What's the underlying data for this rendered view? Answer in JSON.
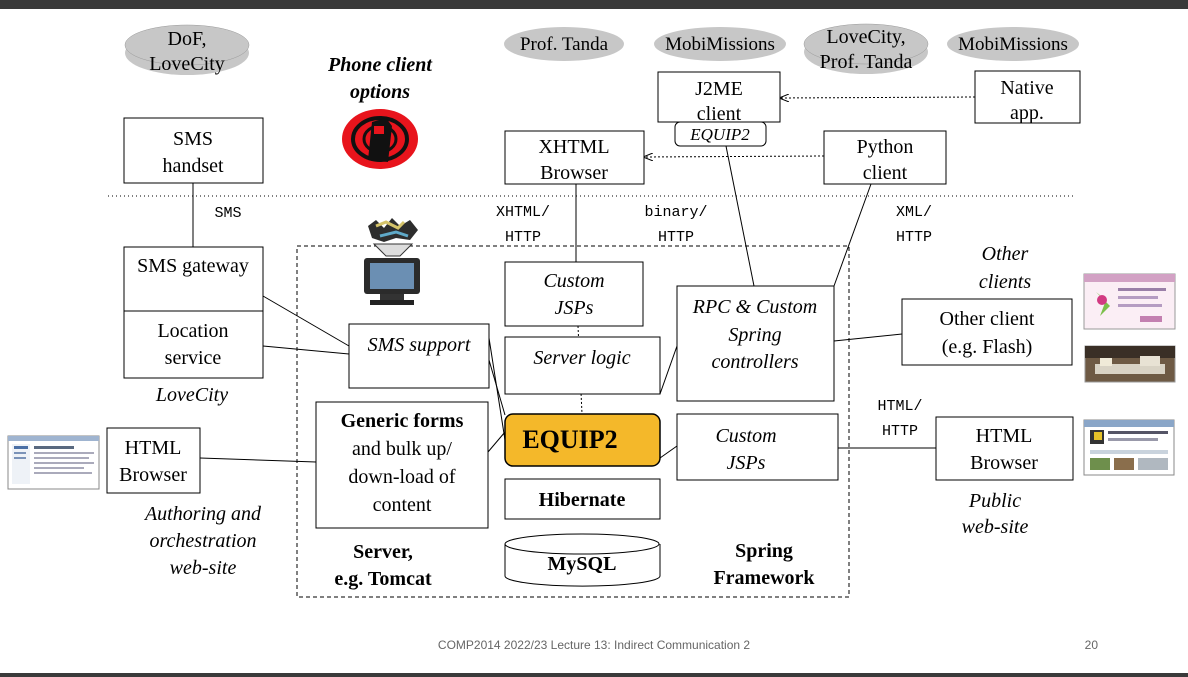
{
  "slide": {
    "footer_text": "COMP2014 2022/23 Lecture 13: Indirect Communication 2",
    "page_number": "20"
  },
  "top_labels": {
    "dof": [
      "DoF,",
      "LoveCity"
    ],
    "tanda": "Prof. Tanda",
    "mobi1": "MobiMissions",
    "lovecity_tanda": [
      "LoveCity,",
      "Prof. Tanda"
    ],
    "mobi2": "MobiMissions",
    "phone_options": [
      "Phone client",
      "options"
    ]
  },
  "clients": {
    "sms_handset": [
      "SMS",
      "handset"
    ],
    "j2me": [
      "J2ME",
      "client"
    ],
    "equip2_tag": "EQUIP2",
    "native_app": [
      "Native",
      "app."
    ],
    "xhtml_browser": [
      "XHTML",
      "Browser"
    ],
    "python_client": [
      "Python",
      "client"
    ]
  },
  "protocols": {
    "sms": "SMS",
    "xhtml_http": [
      "XHTML/",
      "HTTP"
    ],
    "binary_http": [
      "binary/",
      "HTTP"
    ],
    "xml_http": [
      "XML/",
      "HTTP"
    ],
    "html_http": [
      "HTML/",
      "HTTP"
    ]
  },
  "server": {
    "sms_gateway": "SMS gateway",
    "location_service": [
      "Location",
      "service"
    ],
    "lovecity": "LoveCity",
    "sms_support": "SMS support",
    "custom_jsps_top": [
      "Custom",
      "JSPs"
    ],
    "server_logic": "Server logic",
    "rpc": [
      "RPC & Custom",
      "Spring",
      "controllers"
    ],
    "generic_forms": [
      "Generic forms",
      "and bulk up/",
      "down-load of",
      "content"
    ],
    "equip2": "EQUIP2",
    "custom_jsps_bottom": [
      "Custom",
      "JSPs"
    ],
    "hibernate": "Hibernate",
    "mysql": "MySQL",
    "server_label": [
      "Server,",
      "e.g. Tomcat"
    ],
    "spring_label": [
      "Spring",
      "Framework"
    ]
  },
  "right": {
    "other_clients": [
      "Other",
      "clients"
    ],
    "other_client": [
      "Other client",
      "(e.g. Flash)"
    ],
    "html_browser": [
      "HTML",
      "Browser"
    ],
    "public_site": [
      "Public",
      "web-site"
    ]
  },
  "left": {
    "html_browser": [
      "HTML",
      "Browser"
    ],
    "authoring": [
      "Authoring and",
      "orchestration",
      "web-site"
    ]
  },
  "colors": {
    "equip2_fill": "#f4b82a",
    "cloud_fill": "#c7c7c7",
    "phone_red": "#e8141c"
  },
  "icons": [
    "phone-icon",
    "trash-computer-icon",
    "screenshot-thumbnail-icon"
  ]
}
